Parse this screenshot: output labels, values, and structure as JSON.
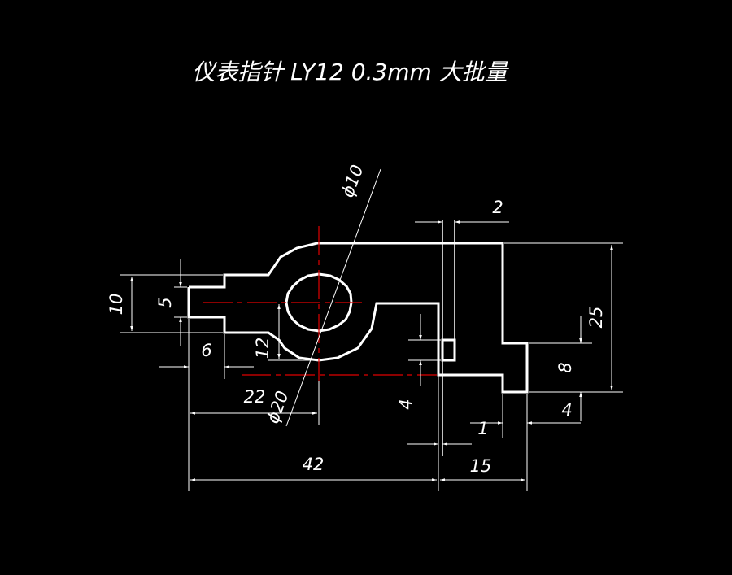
{
  "title": "仪表指针 LY12 0.3mm 大批量",
  "colors": {
    "background": "#000000",
    "outline": "#ffffff",
    "dimension": "#ffffff",
    "centerline": "#e00000"
  },
  "dimensions": {
    "dia_10": "ϕ10",
    "dia_20": "ϕ20",
    "d_2": "2",
    "d_10": "10",
    "d_5": "5",
    "d_6": "6",
    "d_12": "12",
    "d_22": "22",
    "d_4_slot": "4",
    "d_1": "1",
    "d_25": "25",
    "d_8": "8",
    "d_4_right": "4",
    "d_42": "42",
    "d_15": "15"
  }
}
